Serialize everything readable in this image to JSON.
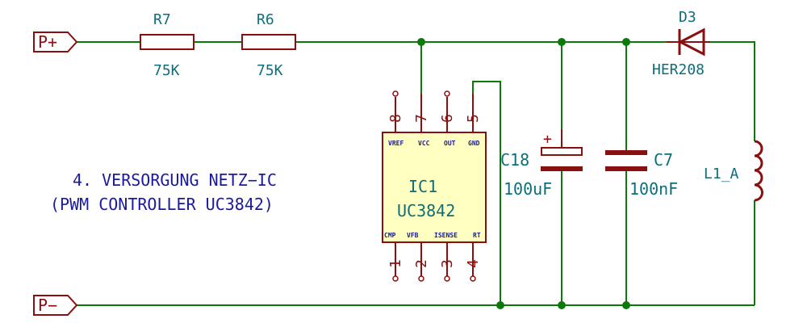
{
  "ports": {
    "p_plus": "P+",
    "p_minus": "P−"
  },
  "resistors": {
    "r7": {
      "ref": "R7",
      "value": "75K"
    },
    "r6": {
      "ref": "R6",
      "value": "75K"
    }
  },
  "diode": {
    "ref": "D3",
    "value": "HER208"
  },
  "capacitors": {
    "c18": {
      "ref": "C18",
      "value": "100uF",
      "polarity": "+"
    },
    "c7": {
      "ref": "C7",
      "value": "100nF"
    }
  },
  "inductor": {
    "ref": "L1_A"
  },
  "ic": {
    "ref": "IC1",
    "value": "UC3842",
    "top_pins": [
      {
        "num": "8",
        "name": "VREF"
      },
      {
        "num": "7",
        "name": "VCC"
      },
      {
        "num": "6",
        "name": "OUT"
      },
      {
        "num": "5",
        "name": "GND"
      }
    ],
    "bottom_pins": [
      {
        "num": "1",
        "name": "CMP"
      },
      {
        "num": "2",
        "name": "VFB"
      },
      {
        "num": "3",
        "name": "ISENSE"
      },
      {
        "num": "4",
        "name": "RT"
      }
    ]
  },
  "title": {
    "line1": "4. VERSORGUNG NETZ−IC",
    "line2": "(PWM CONTROLLER UC3842)"
  },
  "colors": {
    "wire": "#0b7a0b",
    "component": "#8a1010",
    "ic_fill": "#ffffc2",
    "label": "#0e6e7a",
    "title": "#1a1aa0"
  }
}
